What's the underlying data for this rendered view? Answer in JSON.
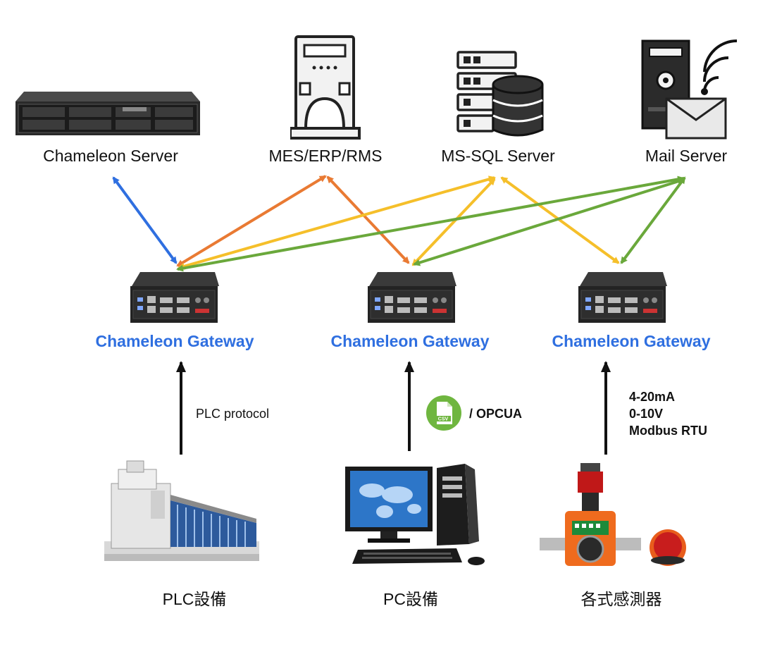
{
  "colors": {
    "blue": "#2f6fe0",
    "orange": "#e97a33",
    "yellow": "#f5bf2a",
    "green": "#6aa83b",
    "black": "#111111"
  },
  "servers": {
    "chameleon_server": {
      "label": "Chameleon Server",
      "icon": "rack-server-icon"
    },
    "mes_erp": {
      "label": "MES/ERP/RMS",
      "icon": "tower-server-icon"
    },
    "mssql": {
      "label": "MS-SQL Server",
      "icon": "database-icon"
    },
    "mail": {
      "label": "Mail Server",
      "icon": "mail-server-icon"
    }
  },
  "gateways": [
    {
      "label": "Chameleon Gateway",
      "icon": "gateway-box-icon"
    },
    {
      "label": "Chameleon Gateway",
      "icon": "gateway-box-icon"
    },
    {
      "label": "Chameleon Gateway",
      "icon": "gateway-box-icon"
    }
  ],
  "protocols": {
    "plc": "PLC protocol",
    "pc_icon_text": "CSV",
    "pc": "/ OPCUA",
    "sensor": [
      "4-20mA",
      "0-10V",
      "Modbus RTU"
    ]
  },
  "devices": [
    {
      "label": "PLC設備",
      "icon": "textile-machine-icon"
    },
    {
      "label": "PC設備",
      "icon": "desktop-pc-icon"
    },
    {
      "label": "各式感測器",
      "icon": "gas-sensor-icon"
    }
  ]
}
